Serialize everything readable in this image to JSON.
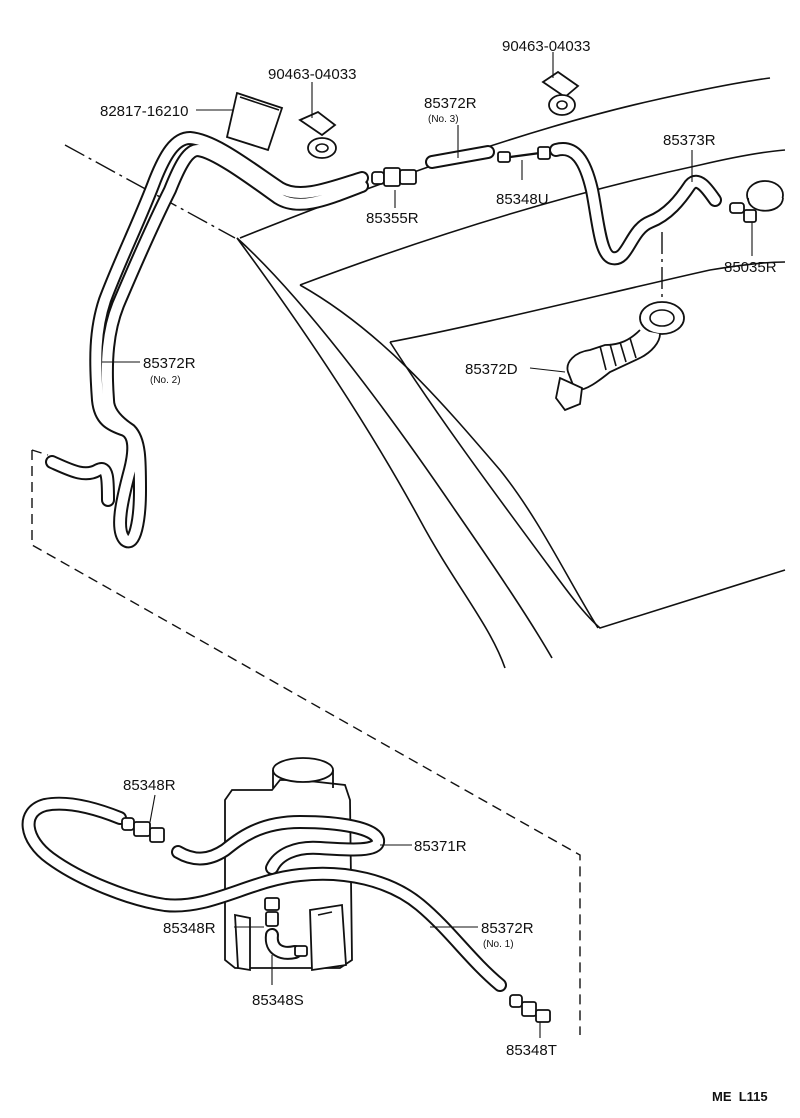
{
  "parts": {
    "clip_left": "90463-04033",
    "clip_right": "90463-04033",
    "pad": "82817-16210",
    "hose_no3_num": "85372R",
    "hose_no3_sub": "(No. 3)",
    "hose_front": "85373R",
    "joint_mid": "85355R",
    "joint_u": "85348U",
    "nozzle": "85035R",
    "hose_no2_num": "85372R",
    "hose_no2_sub": "(No. 2)",
    "grommet": "85372D",
    "joint_r_top": "85348R",
    "hose_tank": "85371R",
    "joint_r_bottom": "85348R",
    "hose_no1_num": "85372R",
    "hose_no1_sub": "(No. 1)",
    "joint_s": "85348S",
    "joint_t": "85348T"
  },
  "reference_code": "ME  L115"
}
